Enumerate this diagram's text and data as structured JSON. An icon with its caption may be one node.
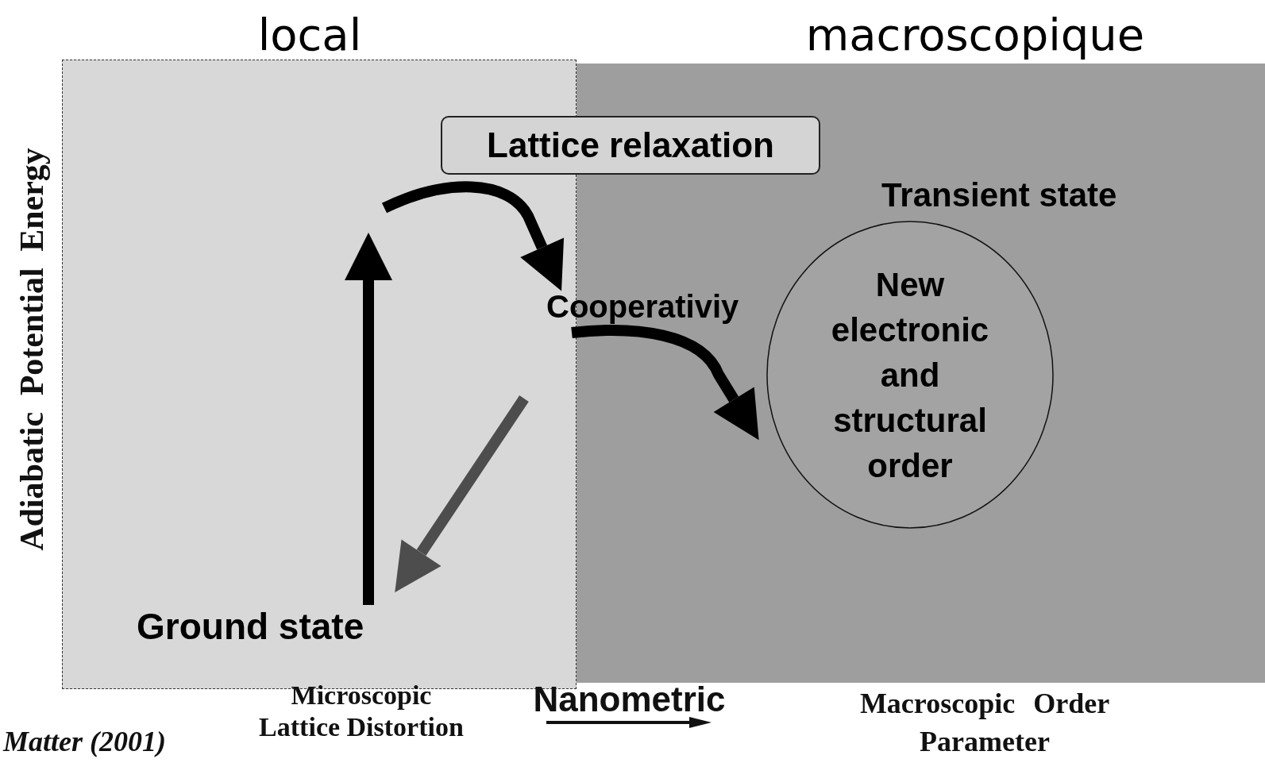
{
  "diagram": {
    "nodes": [
      {
        "text": [
          "local"
        ]
      },
      {
        "text": [
          "macroscopique"
        ]
      },
      {
        "text": [
          "Lattice relaxation"
        ]
      },
      {
        "text": [
          "Transient state",
          "New electronic and structural order"
        ],
        "in": 1
      },
      {
        "text": [
          "Cooperativiy"
        ]
      },
      {
        "text": [
          "Ground state"
        ],
        "in": 0
      }
    ],
    "edges": [
      {
        "from": 5,
        "to": null,
        "arrow": "to"
      },
      {
        "from": null,
        "to": 4,
        "arrow": "to"
      },
      {
        "from": 4,
        "to": 3,
        "arrow": "to"
      },
      {
        "from": null,
        "to": 5,
        "arrow": "to",
        "color": "#4d4d4d"
      }
    ],
    "labels": [
      "Adiabatic Potential Energy",
      "Microscopic Lattice Distortion",
      "Nanometric",
      "Macroscopic Order Parameter",
      "Matter (2001)"
    ]
  }
}
